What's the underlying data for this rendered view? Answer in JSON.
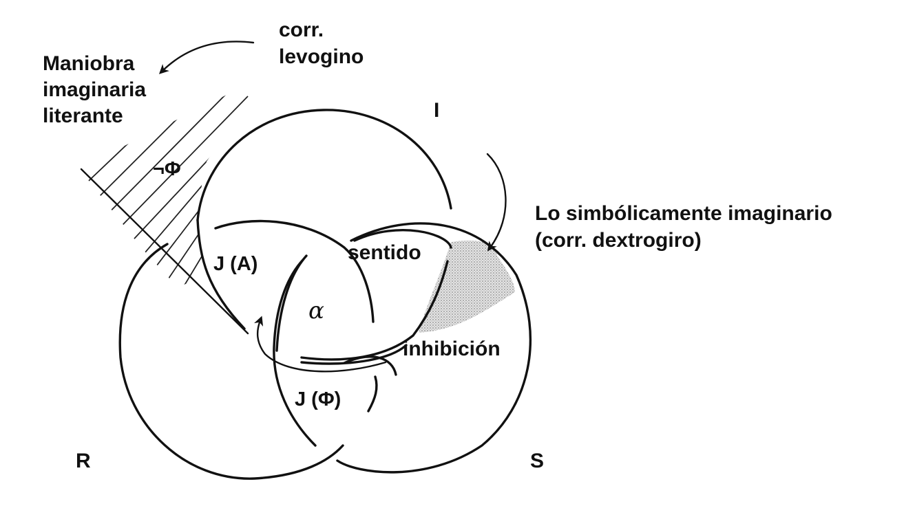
{
  "diagram": {
    "rings": {
      "I": "I",
      "R": "R",
      "S": "S"
    },
    "labels": {
      "corr": "corr.",
      "levogino": "levogino",
      "maniobra": "Maniobra",
      "imaginaria": "imaginaria",
      "literante": "literante",
      "neg_phi": "¬Φ",
      "simbolicamente": "Lo simbólicamente imaginario",
      "dextrogiro": "(corr. dextrogiro)",
      "sentido": "sentido",
      "ja": "J (A)",
      "alpha": "α",
      "inhibicion": "inhibición",
      "jphi": "J (Φ)"
    },
    "colors": {
      "ink": "#111111",
      "shade": "#bdbdbd",
      "background": "#ffffff"
    }
  }
}
